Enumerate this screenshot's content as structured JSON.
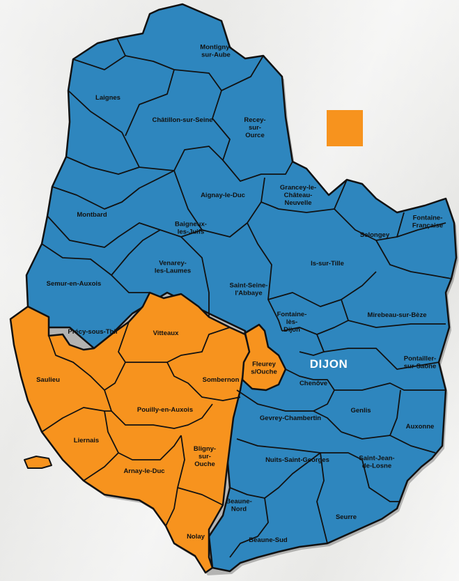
{
  "colors": {
    "blue": "#2e86be",
    "orange": "#f7931e",
    "border": "#111111",
    "paper": "#efefed"
  },
  "legend": {
    "swatch_color": "#f7931e"
  },
  "city": "DIJON",
  "cantons": [
    {
      "lines": [
        "Montigny-",
        "sur-Aube"
      ],
      "fill": "blue"
    },
    {
      "lines": [
        "Laignes"
      ],
      "fill": "blue"
    },
    {
      "lines": [
        "Châtillon-sur-Seine"
      ],
      "fill": "blue"
    },
    {
      "lines": [
        "Recey-",
        "sur-",
        "Ource"
      ],
      "fill": "blue"
    },
    {
      "lines": [
        "Aignay-le-Duc"
      ],
      "fill": "blue"
    },
    {
      "lines": [
        "Grancey-le-",
        "Château-",
        "Neuvelle"
      ],
      "fill": "blue"
    },
    {
      "lines": [
        "Montbard"
      ],
      "fill": "blue"
    },
    {
      "lines": [
        "Baigneux-",
        "les-Juifs"
      ],
      "fill": "blue"
    },
    {
      "lines": [
        "Selongey"
      ],
      "fill": "blue"
    },
    {
      "lines": [
        "Fontaine-",
        "Française"
      ],
      "fill": "blue"
    },
    {
      "lines": [
        "Is-sur-Tille"
      ],
      "fill": "blue"
    },
    {
      "lines": [
        "Venarey-",
        "les-Laumes"
      ],
      "fill": "blue"
    },
    {
      "lines": [
        "Semur-en-Auxois"
      ],
      "fill": "blue"
    },
    {
      "lines": [
        "Saint-Seine-",
        "l'Abbaye"
      ],
      "fill": "blue"
    },
    {
      "lines": [
        "Mirebeau-sur-Bèze"
      ],
      "fill": "blue"
    },
    {
      "lines": [
        "Précy-sous-Thil"
      ],
      "fill": "blue"
    },
    {
      "lines": [
        "Fontaine-",
        "lès-",
        "Dijon"
      ],
      "fill": "blue"
    },
    {
      "lines": [
        "Vitteaux"
      ],
      "fill": "orange"
    },
    {
      "lines": [
        "Saulieu"
      ],
      "fill": "orange"
    },
    {
      "lines": [
        "Sombernon"
      ],
      "fill": "orange"
    },
    {
      "lines": [
        "Fleurey",
        "s/Ouche"
      ],
      "fill": "orange"
    },
    {
      "lines": [
        "Pontailler-",
        "sur-Saône"
      ],
      "fill": "blue"
    },
    {
      "lines": [
        "Chenôve"
      ],
      "fill": "blue"
    },
    {
      "lines": [
        "Pouilly-en-Auxois"
      ],
      "fill": "orange"
    },
    {
      "lines": [
        "Genlis"
      ],
      "fill": "blue"
    },
    {
      "lines": [
        "Gevrey-Chambertin"
      ],
      "fill": "blue"
    },
    {
      "lines": [
        "Auxonne"
      ],
      "fill": "blue"
    },
    {
      "lines": [
        "Liernais"
      ],
      "fill": "orange"
    },
    {
      "lines": [
        "Bligny-",
        "sur-",
        "Ouche"
      ],
      "fill": "orange"
    },
    {
      "lines": [
        "Nuits-Saint-Georges"
      ],
      "fill": "blue"
    },
    {
      "lines": [
        "Saint-Jean-",
        "de-Losne"
      ],
      "fill": "blue"
    },
    {
      "lines": [
        "Arnay-le-Duc"
      ],
      "fill": "orange"
    },
    {
      "lines": [
        "Beaune-",
        "Nord"
      ],
      "fill": "blue"
    },
    {
      "lines": [
        "Seurre"
      ],
      "fill": "blue"
    },
    {
      "lines": [
        "Nolay"
      ],
      "fill": "orange"
    },
    {
      "lines": [
        "Beaune-Sud"
      ],
      "fill": "blue"
    }
  ]
}
